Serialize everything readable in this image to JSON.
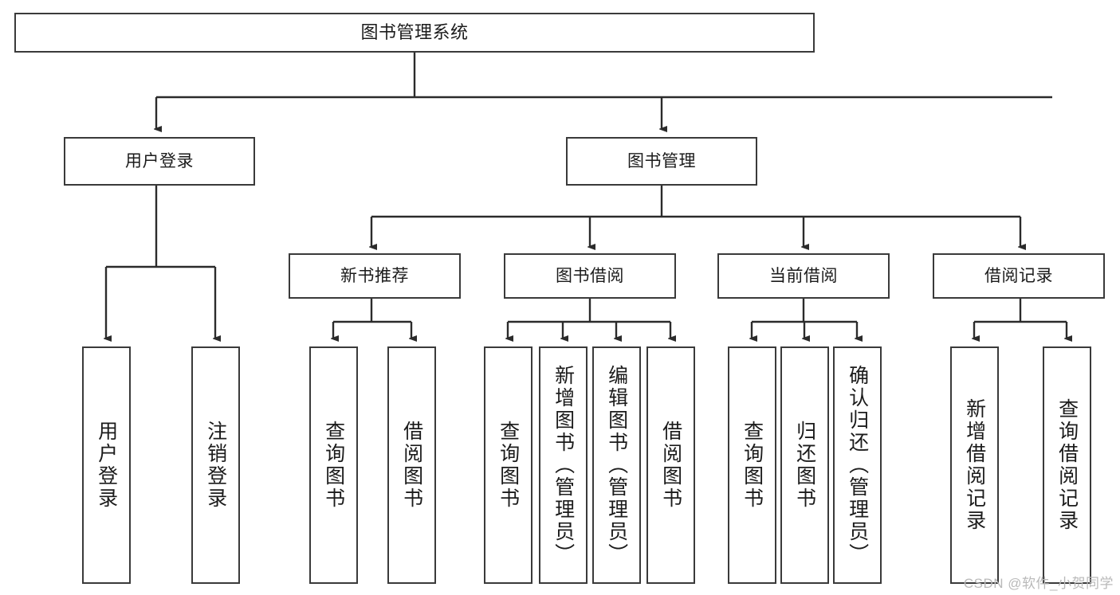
{
  "diagram": {
    "title": "图书管理系统",
    "type": "tree-hierarchy",
    "watermark": "CSDN @软件_小贺同学",
    "nodes": {
      "root": {
        "label": "图书管理系统"
      },
      "level2": [
        {
          "id": "user-login",
          "label": "用户登录"
        },
        {
          "id": "book-management",
          "label": "图书管理"
        }
      ],
      "level3": [
        {
          "id": "new-book-recommend",
          "label": "新书推荐"
        },
        {
          "id": "book-borrow",
          "label": "图书借阅"
        },
        {
          "id": "current-borrow",
          "label": "当前借阅"
        },
        {
          "id": "borrow-record",
          "label": "借阅记录"
        }
      ],
      "leaves": {
        "user-login": [
          {
            "id": "leaf-user-login",
            "label": "用户登录"
          },
          {
            "id": "leaf-logout-login",
            "label": "注销登录"
          }
        ],
        "new-book-recommend": [
          {
            "id": "leaf-query-book-1",
            "label": "查询图书"
          },
          {
            "id": "leaf-borrow-book-1",
            "label": "借阅图书"
          }
        ],
        "book-borrow": [
          {
            "id": "leaf-query-book-2",
            "label": "查询图书"
          },
          {
            "id": "leaf-add-book",
            "label": "新增图书（管理员）"
          },
          {
            "id": "leaf-edit-book",
            "label": "编辑图书（管理员）"
          },
          {
            "id": "leaf-borrow-book-2",
            "label": "借阅图书"
          }
        ],
        "current-borrow": [
          {
            "id": "leaf-query-book-3",
            "label": "查询图书"
          },
          {
            "id": "leaf-return-book",
            "label": "归还图书"
          },
          {
            "id": "leaf-confirm-return",
            "label": "确认归还（管理员）"
          }
        ],
        "borrow-record": [
          {
            "id": "leaf-add-record",
            "label": "新增借阅记录"
          },
          {
            "id": "leaf-query-record",
            "label": "查询借阅记录"
          }
        ]
      }
    },
    "colors": {
      "border": "#3a3a3a",
      "line": "#2b2b2b",
      "background": "#ffffff",
      "text": "#1b1b1b",
      "watermark": "#b9b9b9"
    }
  }
}
